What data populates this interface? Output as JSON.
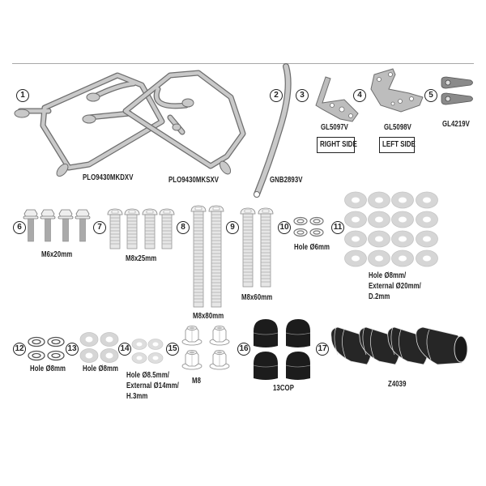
{
  "diagram": {
    "type": "exploded parts kit",
    "parts": [
      {
        "num": "1",
        "codes": [
          "PLO9430MKDXV",
          "PLO9430MKSXV"
        ],
        "description": "side case racks (pair)"
      },
      {
        "num": "2",
        "code": "GNB2893V",
        "description": "support bar"
      },
      {
        "num": "3",
        "code": "GL5097V",
        "side": "RIGHT SIDE",
        "description": "bracket"
      },
      {
        "num": "4",
        "code": "GL5098V",
        "side": "LEFT SIDE",
        "description": "bracket"
      },
      {
        "num": "5",
        "code": "GL4219V",
        "description": "spacer plates",
        "qty": 2
      },
      {
        "num": "6",
        "size": "M6x20mm",
        "description": "hex flange bolts",
        "qty": 4
      },
      {
        "num": "7",
        "size": "M8x25mm",
        "description": "button head bolts",
        "qty": 4
      },
      {
        "num": "8",
        "size": "M8x80mm",
        "description": "button head bolts",
        "qty": 2
      },
      {
        "num": "9",
        "size": "M8x60mm",
        "description": "button head bolts",
        "qty": 2
      },
      {
        "num": "10",
        "spec": "Hole Ø6mm",
        "description": "spring washers",
        "qty": 4
      },
      {
        "num": "11",
        "spec": "Hole Ø8mm/\nExternal Ø20mm/\nD.2mm",
        "description": "flat washers",
        "qty": 16
      },
      {
        "num": "12",
        "spec": "Hole Ø8mm",
        "description": "spring washers",
        "qty": 4
      },
      {
        "num": "13",
        "spec": "Hole Ø8mm",
        "description": "flat washers",
        "qty": 4
      },
      {
        "num": "14",
        "spec": "Hole Ø8.5mm/\nExternal Ø14mm/\nH.3mm",
        "description": "washers",
        "qty": 4
      },
      {
        "num": "15",
        "size": "M8",
        "description": "flange nuts",
        "qty": 4
      },
      {
        "num": "16",
        "code": "13COP",
        "description": "cap nuts covers",
        "qty": 4
      },
      {
        "num": "17",
        "code": "Z4039",
        "description": "spacer sleeves",
        "qty": 4
      }
    ]
  },
  "labels": {
    "p1a": "PLO9430MKDXV",
    "p1b": "PLO9430MKSXV",
    "p2": "GNB2893V",
    "p3": "GL5097V",
    "p3side": "RIGHT SIDE",
    "p4": "GL5098V",
    "p4side": "LEFT SIDE",
    "p5": "GL4219V",
    "p6": "M6x20mm",
    "p7": "M8x25mm",
    "p8": "M8x80mm",
    "p9": "M8x60mm",
    "p10": "Hole Ø6mm",
    "p11": "Hole Ø8mm/\nExternal Ø20mm/\nD.2mm",
    "p12": "Hole Ø8mm",
    "p13": "Hole Ø8mm",
    "p14": "Hole Ø8.5mm/\nExternal Ø14mm/\nH.3mm",
    "p15": "M8",
    "p16": "13COP",
    "p17": "Z4039"
  },
  "numbers": [
    "1",
    "2",
    "3",
    "4",
    "5",
    "6",
    "7",
    "8",
    "9",
    "10",
    "11",
    "12",
    "13",
    "14",
    "15",
    "16",
    "17"
  ],
  "colors": {
    "metal_fill": "#c9c9c9",
    "metal_dark": "#9a9a9a",
    "outline": "#6e6e6e",
    "washer": "#d6d6d6",
    "black_part": "#1c1c1c",
    "divider": "#a8a8a8"
  }
}
